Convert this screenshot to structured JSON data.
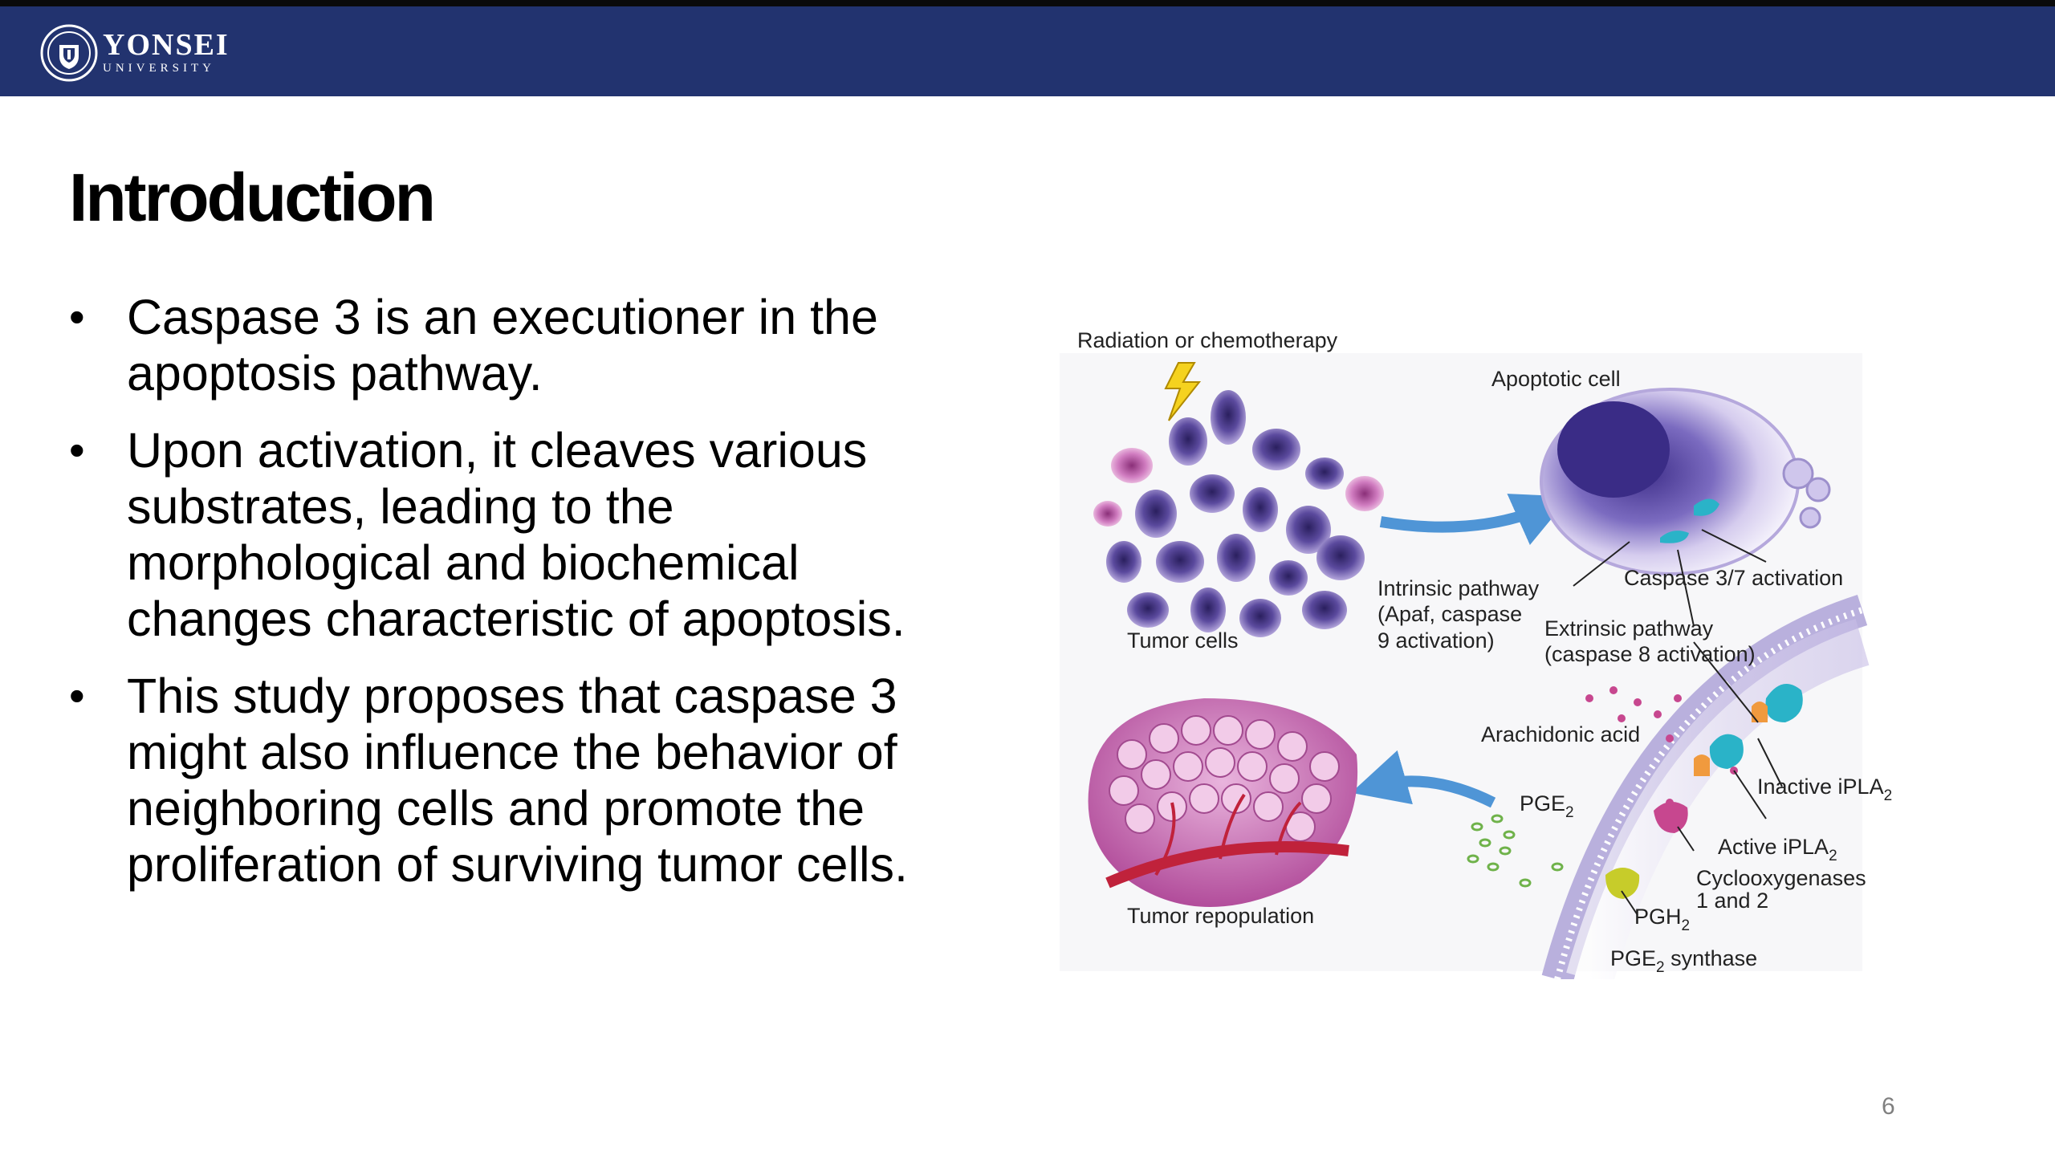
{
  "header": {
    "logo_name": "YONSEI",
    "logo_sub": "UNIVERSITY",
    "bar_color": "#22336f"
  },
  "slide": {
    "title": "Introduction",
    "bullets": [
      "Caspase 3 is an executioner in the apoptosis pathway.",
      "Upon activation, it cleaves various substrates, leading to the morphological and biochemical changes characteristic of apoptosis.",
      "This study proposes that caspase 3 might also influence the behavior of neighboring cells and promote the proliferation of surviving tumor cells."
    ],
    "bullet_glyph": "•",
    "page_number": "6"
  },
  "figure": {
    "labels": {
      "radiation": "Radiation or chemotherapy",
      "apoptotic_cell": "Apoptotic cell",
      "tumor_cells": "Tumor cells",
      "intrinsic_1": "Intrinsic pathway",
      "intrinsic_2": "(Apaf, caspase",
      "intrinsic_3": "9 activation)",
      "caspase37": "Caspase 3/7 activation",
      "extrinsic_1": "Extrinsic pathway",
      "extrinsic_2": "(caspase 8 activation)",
      "arachidonic": "Arachidonic acid",
      "pge2_main": "PGE",
      "pge2_sub": "2",
      "inactive_main": "Inactive iPLA",
      "inactive_sub": "2",
      "active_main": "Active iPLA",
      "active_sub": "2",
      "cox_1": "Cyclooxygenases",
      "cox_2": "1 and 2",
      "pgh2_main": "PGH",
      "pgh2_sub": "2",
      "pge2s_main": "PGE",
      "pge2s_sub": "2",
      "pge2s_rest": " synthase",
      "tumor_repop": "Tumor repopulation"
    },
    "colors": {
      "cell_dark": "#4a3d8c",
      "cell_light": "#b9a8dc",
      "tumor_pink": "#c65aa8",
      "arrow_blue": "#4f95d6",
      "enzyme_teal": "#2ab3c8",
      "enzyme_orange": "#f09a3e",
      "cox_pink": "#c7478f",
      "synthase_yellow": "#c7cc2a"
    }
  }
}
